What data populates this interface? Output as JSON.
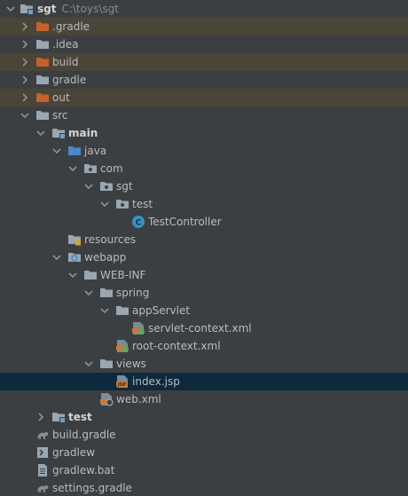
{
  "colors": {
    "background": "#3c3f41",
    "excluded_row": "#4a4538",
    "selected_row": "#0d293e",
    "folder_gray": "#9aa7b0",
    "folder_orange": "#c3622c",
    "class_blue": "#3592c4",
    "jsp_orange": "#cc7832",
    "gradle_gray": "#8b8b8b"
  },
  "tree": {
    "root": {
      "name": "sgt",
      "path": "C:\\toys\\sgt"
    },
    "items": [
      {
        "label": "sgt",
        "hint": "C:\\toys\\sgt",
        "icon": "module-folder-icon",
        "arrow": "down"
      },
      {
        "label": ".gradle",
        "icon": "excluded-folder-icon",
        "arrow": "right"
      },
      {
        "label": ".idea",
        "icon": "folder-icon",
        "arrow": "right"
      },
      {
        "label": "build",
        "icon": "excluded-folder-icon",
        "arrow": "right"
      },
      {
        "label": "gradle",
        "icon": "folder-icon",
        "arrow": "right"
      },
      {
        "label": "out",
        "icon": "excluded-folder-icon",
        "arrow": "right"
      },
      {
        "label": "src",
        "icon": "folder-icon",
        "arrow": "down"
      },
      {
        "label": "main",
        "icon": "module-folder-icon",
        "arrow": "down"
      },
      {
        "label": "java",
        "icon": "source-root-icon",
        "arrow": "down"
      },
      {
        "label": "com",
        "icon": "package-icon",
        "arrow": "down"
      },
      {
        "label": "sgt",
        "icon": "package-icon",
        "arrow": "down"
      },
      {
        "label": "test",
        "icon": "package-icon",
        "arrow": "down"
      },
      {
        "label": "TestController",
        "icon": "java-class-icon",
        "arrow": "none"
      },
      {
        "label": "resources",
        "icon": "resources-folder-icon",
        "arrow": "none"
      },
      {
        "label": "webapp",
        "icon": "web-folder-icon",
        "arrow": "down"
      },
      {
        "label": "WEB-INF",
        "icon": "folder-icon",
        "arrow": "down"
      },
      {
        "label": "spring",
        "icon": "folder-icon",
        "arrow": "down"
      },
      {
        "label": "appServlet",
        "icon": "folder-icon",
        "arrow": "down"
      },
      {
        "label": "servlet-context.xml",
        "icon": "spring-xml-icon",
        "arrow": "none"
      },
      {
        "label": "root-context.xml",
        "icon": "spring-xml-icon",
        "arrow": "none"
      },
      {
        "label": "views",
        "icon": "folder-icon",
        "arrow": "down"
      },
      {
        "label": "index.jsp",
        "icon": "jsp-file-icon",
        "arrow": "none"
      },
      {
        "label": "web.xml",
        "icon": "web-xml-icon",
        "arrow": "none"
      },
      {
        "label": "test",
        "icon": "module-folder-icon",
        "arrow": "right"
      },
      {
        "label": "build.gradle",
        "icon": "gradle-icon",
        "arrow": "none"
      },
      {
        "label": "gradlew",
        "icon": "terminal-file-icon",
        "arrow": "none"
      },
      {
        "label": "gradlew.bat",
        "icon": "text-file-icon",
        "arrow": "none"
      },
      {
        "label": "settings.gradle",
        "icon": "gradle-icon",
        "arrow": "none"
      }
    ]
  }
}
